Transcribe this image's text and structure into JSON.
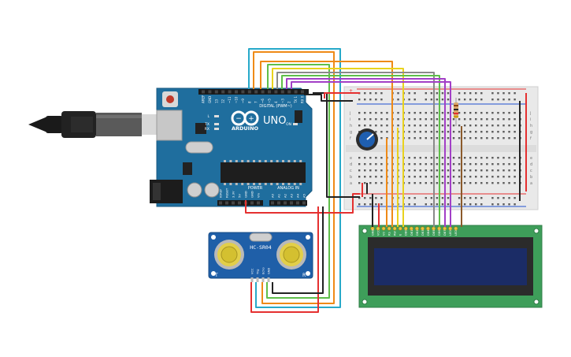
{
  "arduino": {
    "brand": "ARDUINO",
    "model": "UNO",
    "digital_header": "DIGITAL (PWM~)",
    "power_header": "POWER",
    "analog_header": "ANALOG IN",
    "led_on": "ON",
    "led_l": "L",
    "led_tx": "TX",
    "led_rx": "RX",
    "digital_pins": [
      "AREF",
      "GND",
      "13",
      "12",
      "~11",
      "~10",
      "~9",
      "8",
      "7",
      "~6",
      "~5",
      "4",
      "~3",
      "2",
      "TX 1",
      "RX 0"
    ],
    "power_pins": [
      "IOREF",
      "RESET",
      "3.3V",
      "5V",
      "GND",
      "GND",
      "Vin"
    ],
    "analog_pins": [
      "A0",
      "A1",
      "A2",
      "A3",
      "A4",
      "A5"
    ]
  },
  "sensor": {
    "name": "HC-SR04",
    "left_mark": "T",
    "right_mark": "R",
    "pins": [
      "VCC",
      "Trig",
      "Echo",
      "GND"
    ]
  },
  "breadboard": {
    "row_letters_top": [
      "j",
      "i",
      "h",
      "g",
      "f"
    ],
    "row_letters_bottom": [
      "e",
      "d",
      "c",
      "b",
      "a"
    ],
    "rail_plus": "+",
    "rail_minus": "-"
  },
  "lcd": {
    "pins": [
      "GND",
      "VCC",
      "V0",
      "RS",
      "RW",
      "E",
      "DB0",
      "DB1",
      "DB2",
      "DB3",
      "DB4",
      "DB5",
      "DB6",
      "DB7",
      "LED",
      "LED"
    ]
  },
  "colors": {
    "arduino_board": "#1f6e9e",
    "breadboard": "#e9e9e9",
    "lcd_pcb": "#3e9e5a",
    "lcd_screen": "#1b2c66",
    "sensor_board": "#1f5fa8",
    "wire_red": "#e53030",
    "wire_black": "#222222",
    "wire_orange": "#ef8a17",
    "wire_yellow": "#e9d21d",
    "wire_green": "#5fbe4a",
    "wire_purple": "#a23fc6",
    "wire_teal": "#27a9c9",
    "wire_gray": "#8a8a8a",
    "wire_brown": "#8b5a2b"
  }
}
